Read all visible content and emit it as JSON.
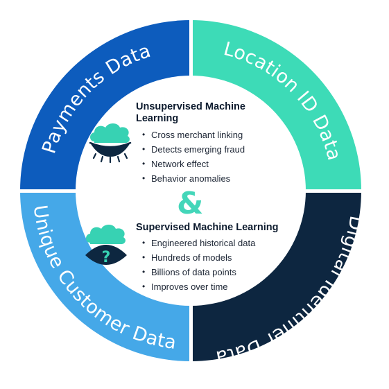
{
  "colors": {
    "payments": "#0a5bbd",
    "location": "#3cdbb7",
    "digital": "#10253f",
    "unique": "#45a8e8",
    "cloud": "#37d2b3",
    "eye": "#0d2740",
    "ampersand": "#43d6b9",
    "heading": "#0d1b2e"
  },
  "segments": [
    {
      "id": "payments",
      "label": "Payments Data"
    },
    {
      "id": "location",
      "label": "Location ID Data"
    },
    {
      "id": "digital",
      "label": "Digital Identifier Data"
    },
    {
      "id": "unique",
      "label": "Unique Customer Data"
    }
  ],
  "center": {
    "unsupervised": {
      "title_line1": "Unsupervised Machine",
      "title_line2": "Learning",
      "bullets": [
        "Cross merchant linking",
        "Detects emerging fraud",
        "Network effect",
        "Behavior anomalies"
      ],
      "icon": "cloud-eye-icon"
    },
    "ampersand": "&",
    "supervised": {
      "title": "Supervised Machine Learning",
      "bullets": [
        "Engineered historical data",
        "Hundreds of models",
        "Billions of data points",
        "Improves over time"
      ],
      "icon": "cloud-eye-question-icon"
    }
  }
}
